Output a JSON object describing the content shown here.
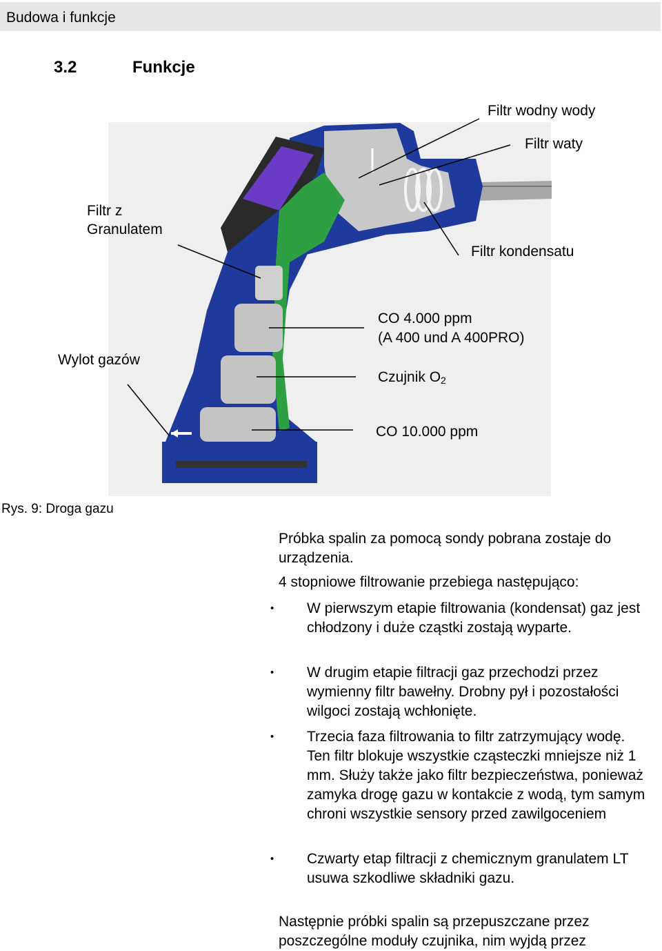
{
  "header": {
    "title": "Budowa i funkcje"
  },
  "section": {
    "number": "3.2",
    "title": "Funkcje"
  },
  "figure": {
    "labels": {
      "water_filter": "Filtr wodny wody",
      "cotton_filter": "Filtr waty",
      "granulate_line1": "Filtr z",
      "granulate_line2": "Granulatem",
      "condensate_filter": "Filtr kondensatu",
      "gas_outlet": "Wylot gazów",
      "co4000_line1": "CO 4.000 ppm",
      "co4000_line2": "(A 400 und A 400PRO)",
      "o2_sensor_prefix": "Czujnik O",
      "o2_sensor_sub": "2",
      "co10000": "CO 10.000 ppm"
    },
    "caption": "Rys. 9: Droga gazu",
    "colors": {
      "housing": "#1e3a9c",
      "gas_path": "#2ea043",
      "screen": "#6a3bc4",
      "internal": "#c8c8c8"
    }
  },
  "body": {
    "intro": "Próbka spalin za pomocą sondy pobrana zostaje do urządzenia.",
    "stages_lead": "4 stopniowe filtrowanie przebiega następująco:",
    "bullets": [
      "W pierwszym etapie filtrowania (kondensat) gaz jest chłodzony i duże cząstki zostają wyparte.",
      "W drugim etapie filtracji gaz przechodzi przez wymienny filtr bawełny. Drobny pył i pozostałości wilgoci zostają wchłonięte.",
      "Trzecia faza filtrowania  to filtr zatrzymujący wodę. Ten filtr blokuje wszystkie cząsteczki mniejsze niż 1 mm. Służy także jako filtr bezpieczeństwa, ponieważ zamyka drogę gazu w kontakcie z wodą, tym samym chroni wszystkie sensory przed zawilgoceniem",
      "Czwarty etap filtracji z chemicznym granulatem LT usuwa szkodliwe składniki gazu."
    ],
    "bullet_symbol": "•",
    "closing": "Następnie próbki spalin są przepuszczane przez poszczególne moduły czujnika, nim wyjdą przez"
  }
}
